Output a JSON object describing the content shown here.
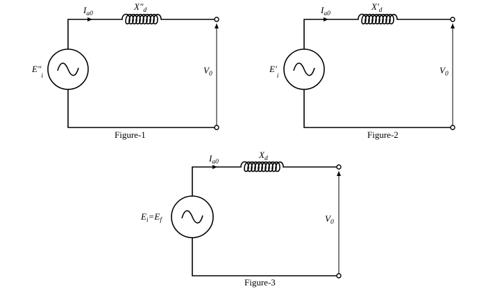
{
  "figures": [
    {
      "caption": "Figure-1",
      "current": {
        "main": "I",
        "sub": "a0"
      },
      "reactance": {
        "main": "X\"",
        "sub": "d"
      },
      "source": {
        "main": "E\"",
        "sub": "i"
      },
      "voltage": {
        "main": "V",
        "sub": "0"
      }
    },
    {
      "caption": "Figure-2",
      "current": {
        "main": "I",
        "sub": "a0"
      },
      "reactance": {
        "main": "X'",
        "sub": "d"
      },
      "source": {
        "main": "E'",
        "sub": "i"
      },
      "voltage": {
        "main": "V",
        "sub": "0"
      }
    },
    {
      "caption": "Figure-3",
      "current": {
        "main": "I",
        "sub": "a0"
      },
      "reactance": {
        "main": "X",
        "sub": "d"
      },
      "source": {
        "main": "E",
        "sub": "i",
        "tail_main": "=E",
        "tail_sub": "f"
      },
      "voltage": {
        "main": "V",
        "sub": "0"
      }
    }
  ]
}
